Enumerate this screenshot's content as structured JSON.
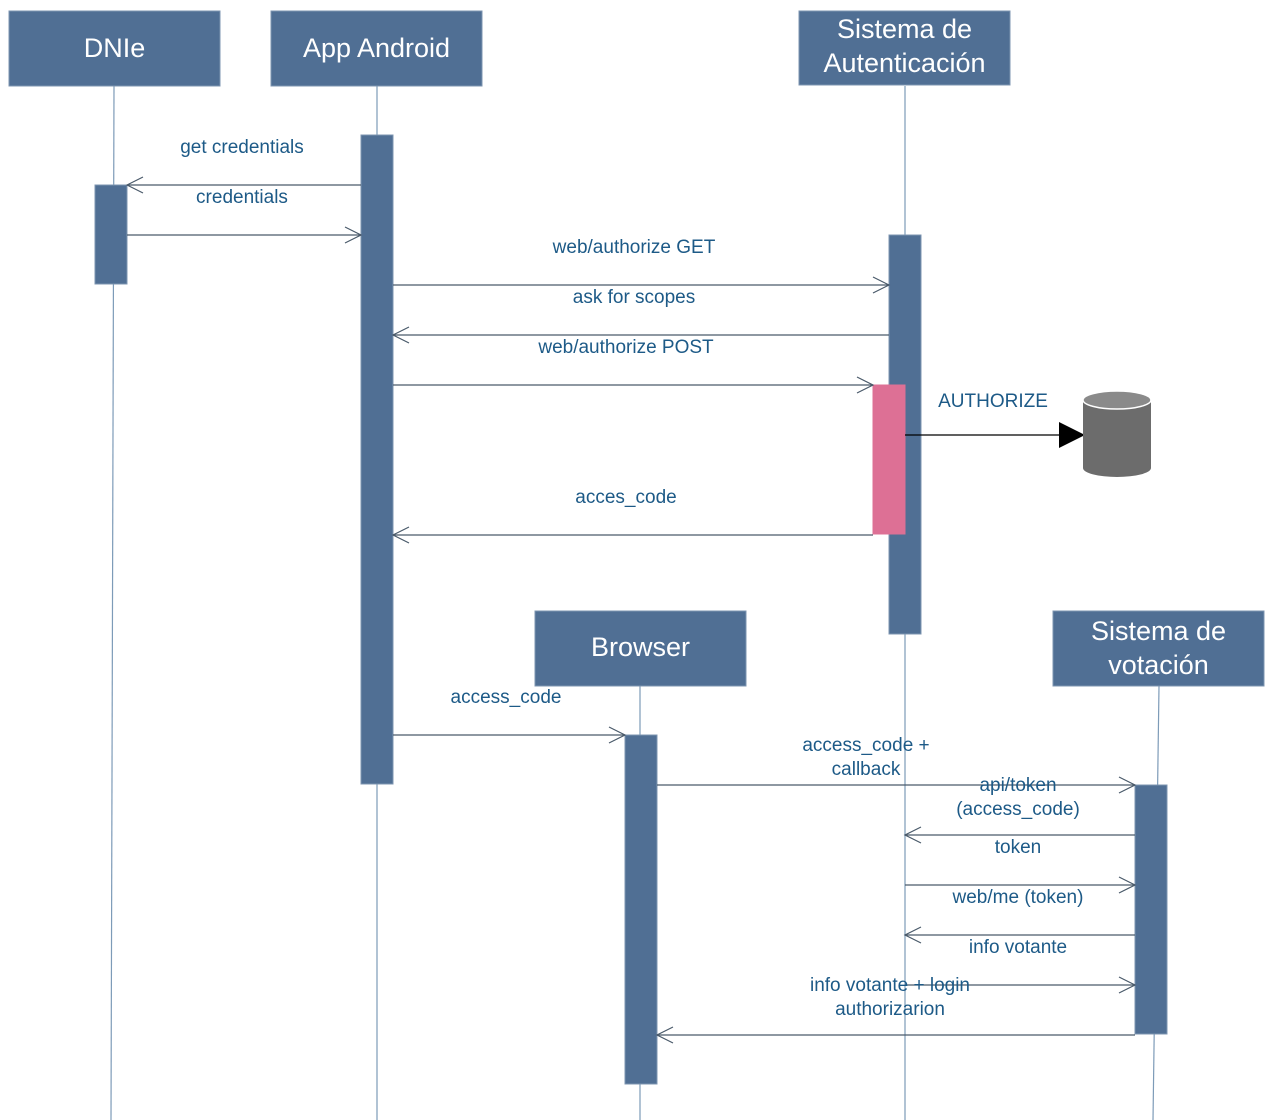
{
  "colors": {
    "actor_fill": "#506f94",
    "actor_border": "#7d94b0",
    "activation_fill": "#506f94",
    "highlight_activation": "#dd7095",
    "lifeline": "#7d9bb8",
    "arrow": "#4a5a6a",
    "label_text": "#1d5a87",
    "database_body": "#6c6c6c",
    "database_top": "#8a8a8a"
  },
  "actors": {
    "dnie": [
      "DNIe"
    ],
    "app": [
      "App Android"
    ],
    "auth": [
      "Sistema de",
      "Autenticación"
    ],
    "browser": [
      "Browser"
    ],
    "voting": [
      "Sistema de",
      "votación"
    ]
  },
  "messages": {
    "get_credentials": [
      "get credentials"
    ],
    "credentials": [
      "credentials"
    ],
    "authorize_get": [
      "web/authorize GET"
    ],
    "ask_scopes": [
      "ask for scopes"
    ],
    "authorize_post": [
      "web/authorize POST"
    ],
    "authorize": [
      "AUTHORIZE"
    ],
    "acces_code": [
      "acces_code"
    ],
    "access_code": [
      "access_code"
    ],
    "access_code_callback": [
      "access_code +",
      "callback"
    ],
    "api_token": [
      "api/token",
      "(access_code)"
    ],
    "token": [
      "token"
    ],
    "web_me": [
      "web/me (token)"
    ],
    "info_votante": [
      "info votante"
    ],
    "login_authorization": [
      "info votante + login",
      "authorizarion"
    ]
  },
  "database": {
    "icon": "database-icon"
  }
}
